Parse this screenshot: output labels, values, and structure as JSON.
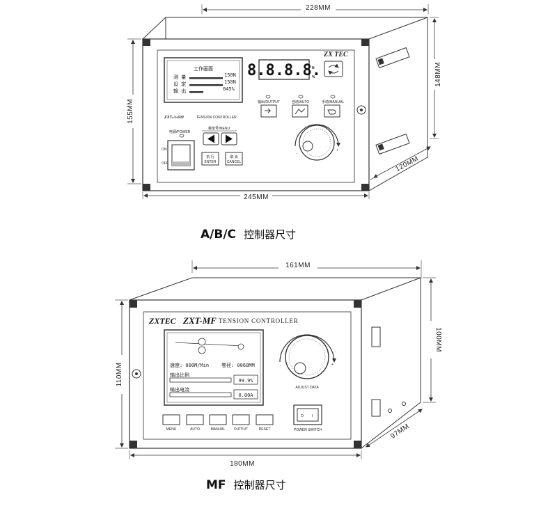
{
  "abc": {
    "dim_top": "228MM",
    "dim_right": "148MM",
    "dim_left": "155MM",
    "dim_depth": "120MM",
    "dim_bottom": "245MM",
    "brand": "ZX TEC",
    "model": "ZXT-A-600",
    "model_sub": "TENSION CONTROLLER",
    "lcd_title": "工作画面",
    "lcd_rows": [
      {
        "label": "测 量",
        "value": "150N"
      },
      {
        "label": "设 定",
        "value": "150N"
      },
      {
        "label": "输 出",
        "value": "045%"
      }
    ],
    "seg_display": "8.8.8.8.",
    "unit_n": "N",
    "unit_pct": "%",
    "btn_output": "输出/OUTPUT",
    "btn_auto": "自动/AUTO",
    "btn_manual": "手动/MANUAL",
    "power_label": "电源/POWER",
    "power_on": "ON",
    "power_off": "OFF",
    "menu_label": "菜单号/MENU",
    "enter_zh": "执 行",
    "enter_en": "ENTER",
    "cancel_zh": "取 消",
    "cancel_en": "CANCEL",
    "knob_minus": "-",
    "knob_plus": "+",
    "caption_prefix": "A/B/C",
    "caption_zh": "控制器尺寸"
  },
  "mf": {
    "dim_top": "161MM",
    "dim_right": "100MM",
    "dim_left": "110MM",
    "dim_depth": "97MM",
    "dim_bottom": "180MM",
    "brand": "ZXTEC",
    "model": "ZXT-MF",
    "model_sub": "TENSION CONTROLLER",
    "speed_label": "速度: 000M/Min",
    "diameter_label": "卷径: 0068MM",
    "ratio_label": "输出比例",
    "ratio_value": "99.9%",
    "current_label": "输出电流",
    "current_value": "0.00A",
    "buttons": [
      "MENU",
      "AUTO",
      "MANUAL",
      "OUTPUT",
      "RESET"
    ],
    "adjust_label": "ADJUST DATA",
    "knob_minus": "-",
    "knob_plus": "+",
    "switch_label": "POWER SWITCH",
    "switch_o": "O",
    "switch_i": "I",
    "caption_prefix": "MF",
    "caption_zh": "控制器尺寸"
  }
}
